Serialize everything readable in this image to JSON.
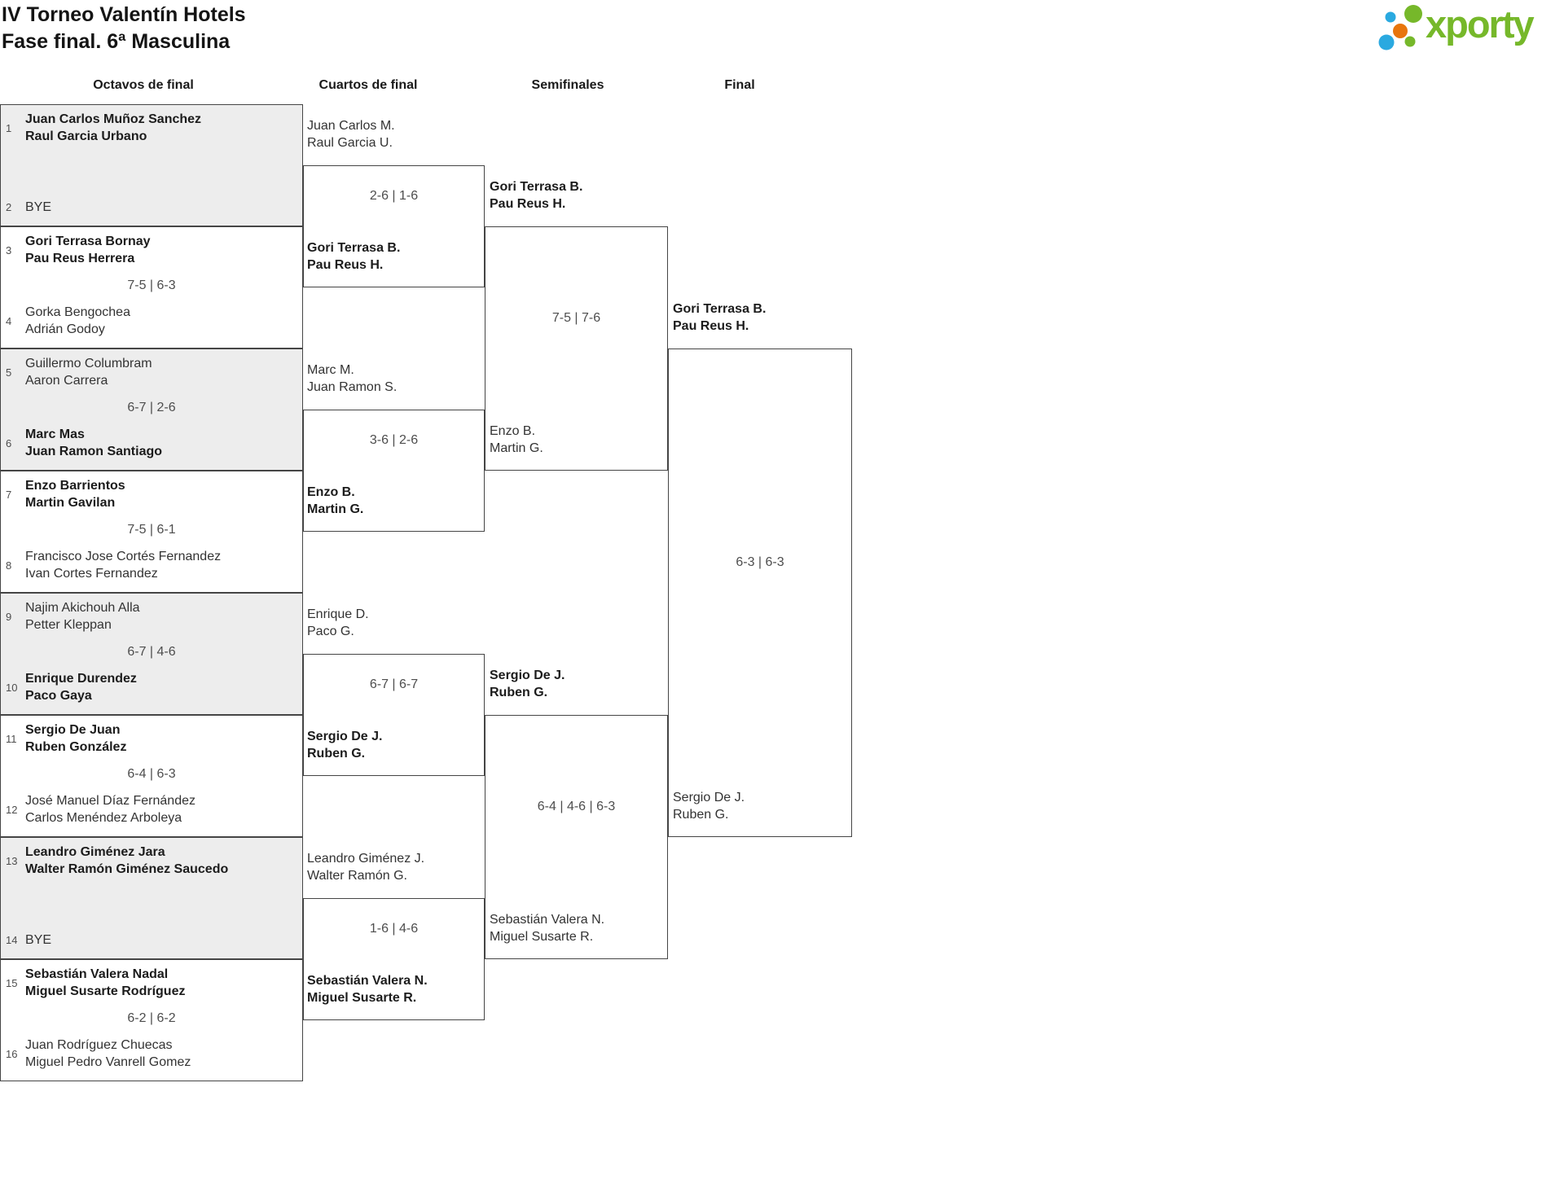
{
  "title": {
    "line1": "IV Torneo Valentín Hotels",
    "line2": "Fase final. 6ª Masculina"
  },
  "logo": {
    "wordmark": "xporty",
    "green": "#76b82a",
    "blue": "#2aa9e0",
    "orange": "#e8750d"
  },
  "rounds": [
    "Octavos de final",
    "Cuartos de final",
    "Semifinales",
    "Final"
  ],
  "colors": {
    "box_shade": "#ededed",
    "border": "#454545",
    "text": "#333333"
  },
  "r16": [
    {
      "seed_a": "1",
      "a1": "Juan Carlos Muñoz Sanchez",
      "a2": "Raul Garcia Urbano",
      "a_bold": true,
      "seed_b": "2",
      "b1": "BYE",
      "b_bold": false,
      "score": ""
    },
    {
      "seed_a": "3",
      "a1": "Gori Terrasa Bornay",
      "a2": "Pau Reus Herrera",
      "a_bold": true,
      "seed_b": "4",
      "b1": "Gorka Bengochea",
      "b2": "Adrián Godoy",
      "b_bold": false,
      "score": "7-5 | 6-3"
    },
    {
      "seed_a": "5",
      "a1": "Guillermo Columbram",
      "a2": "Aaron Carrera",
      "a_bold": false,
      "seed_b": "6",
      "b1": "Marc Mas",
      "b2": "Juan Ramon Santiago",
      "b_bold": true,
      "score": "6-7 | 2-6"
    },
    {
      "seed_a": "7",
      "a1": "Enzo Barrientos",
      "a2": "Martin Gavilan",
      "a_bold": true,
      "seed_b": "8",
      "b1": "Francisco Jose Cortés Fernandez",
      "b2": "Ivan Cortes Fernandez",
      "b_bold": false,
      "score": "7-5 | 6-1"
    },
    {
      "seed_a": "9",
      "a1": "Najim Akichouh Alla",
      "a2": "Petter Kleppan",
      "a_bold": false,
      "seed_b": "10",
      "b1": "Enrique Durendez",
      "b2": "Paco Gaya",
      "b_bold": true,
      "score": "6-7 | 4-6"
    },
    {
      "seed_a": "11",
      "a1": "Sergio De Juan",
      "a2": "Ruben González",
      "a_bold": true,
      "seed_b": "12",
      "b1": "José Manuel Díaz Fernández",
      "b2": "Carlos Menéndez Arboleya",
      "b_bold": false,
      "score": "6-4 | 6-3"
    },
    {
      "seed_a": "13",
      "a1": "Leandro Giménez Jara",
      "a2": "Walter Ramón Giménez Saucedo",
      "a_bold": true,
      "seed_b": "14",
      "b1": "BYE",
      "b_bold": false,
      "score": ""
    },
    {
      "seed_a": "15",
      "a1": "Sebastián Valera Nadal",
      "a2": "Miguel Susarte Rodríguez",
      "a_bold": true,
      "seed_b": "16",
      "b1": "Juan Rodríguez Chuecas",
      "b2": "Miguel Pedro Vanrell Gomez",
      "b_bold": false,
      "score": "6-2 | 6-2"
    }
  ],
  "qf": [
    {
      "a1": "Juan Carlos M.",
      "a2": "Raul Garcia U.",
      "a_bold": false,
      "b1": "Gori Terrasa B.",
      "b2": "Pau Reus H.",
      "b_bold": true,
      "score": "2-6 | 1-6"
    },
    {
      "a1": "Marc M.",
      "a2": "Juan Ramon S.",
      "a_bold": false,
      "b1": "Enzo B.",
      "b2": "Martin G.",
      "b_bold": true,
      "score": "3-6 | 2-6"
    },
    {
      "a1": "Enrique D.",
      "a2": "Paco G.",
      "a_bold": false,
      "b1": "Sergio De J.",
      "b2": "Ruben G.",
      "b_bold": true,
      "score": "6-7 | 6-7"
    },
    {
      "a1": "Leandro Giménez J.",
      "a2": "Walter Ramón G.",
      "a_bold": false,
      "b1": "Sebastián Valera N.",
      "b2": "Miguel Susarte R.",
      "b_bold": true,
      "score": "1-6 | 4-6"
    }
  ],
  "sf": [
    {
      "a1": "Gori Terrasa B.",
      "a2": "Pau Reus H.",
      "a_bold": true,
      "b1": "Enzo B.",
      "b2": "Martin G.",
      "b_bold": false,
      "score": "7-5 | 7-6"
    },
    {
      "a1": "Sergio De J.",
      "a2": "Ruben G.",
      "a_bold": true,
      "b1": "Sebastián Valera N.",
      "b2": "Miguel Susarte R.",
      "b_bold": false,
      "score": "6-4 | 4-6 | 6-3"
    }
  ],
  "final": {
    "a1": "Gori Terrasa B.",
    "a2": "Pau Reus H.",
    "a_bold": true,
    "b1": "Sergio De J.",
    "b2": "Ruben G.",
    "b_bold": false,
    "score": "6-3 | 6-3"
  }
}
